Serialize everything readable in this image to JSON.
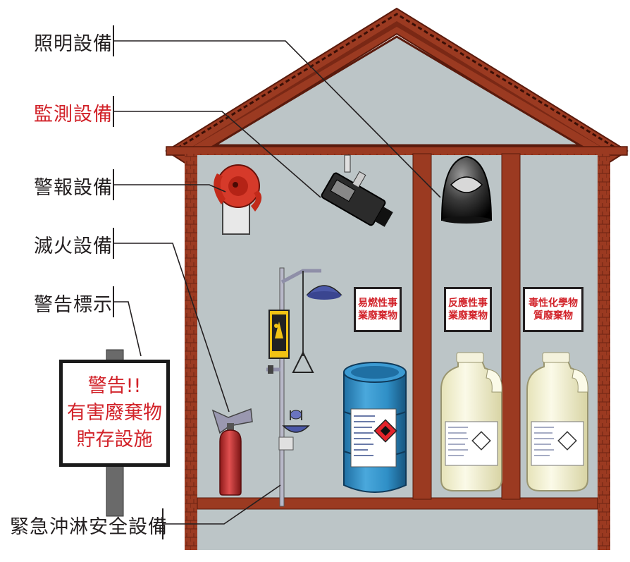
{
  "callouts": {
    "lighting": "照明設備",
    "monitoring": "監測設備",
    "alarm": "警報設備",
    "fire_extinguishing": "滅火設備",
    "warning_sign": "警告標示",
    "emergency_shower": "緊急沖淋安全設備"
  },
  "storage_labels": {
    "flammable": [
      "易燃性事",
      "業廢棄物"
    ],
    "reactive": [
      "反應性事",
      "業廢棄物"
    ],
    "toxic": [
      "毒性化學物",
      "質廢棄物"
    ]
  },
  "warning_board": {
    "line1": "警告!!",
    "line2": "有害廢棄物",
    "line3": "貯存設施"
  },
  "colors": {
    "brick": "#9b3a21",
    "wall": "#bcc5c7",
    "accent_red": "#d2232a",
    "barrel_blue": "#2f8fc6"
  },
  "icons": [
    "alarm-bell-icon",
    "cctv-camera-icon",
    "ceiling-lamp-icon",
    "fire-extinguisher-icon",
    "emergency-shower-icon",
    "eyewash-icon",
    "chemical-drum-icon",
    "chemical-jug-icon",
    "hazard-diamond-icon"
  ]
}
